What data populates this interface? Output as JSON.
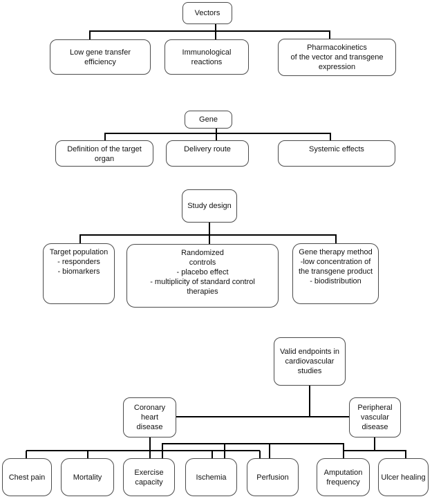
{
  "figure": {
    "type": "hierarchy-diagram",
    "description_visible_text_only": true
  },
  "colors": {
    "background": "#ffffff",
    "box_border": "#4a4a4a",
    "connector": "#000000",
    "text": "#111111"
  },
  "nodes": {
    "vectors": "Vectors",
    "low_gene": "Low gene transfer\nefficiency",
    "immunological": "Immunological\nreactions",
    "pharmacokinetics": "Pharmacokinetics\nof the vector and transgene\nexpression",
    "gene": "Gene",
    "definition": "Definition of the target\norgan",
    "delivery": "Delivery route",
    "systemic": "Systemic effects",
    "study_design": "Study design",
    "target_population": "Target population\n- responders\n- biomarkers",
    "randomized": "Randomized\ncontrols\n- placebo effect\n- multiplicity of standard control\ntherapies",
    "gene_therapy": "Gene therapy method\n-low concentration of\nthe transgene product\n- biodistribution",
    "valid_endpoints": "Valid endpoints in\ncardiovascular\nstudies",
    "coronary": "Coronary\nheart\ndisease",
    "peripheral": "Peripheral\nvascular\ndisease",
    "chest_pain": "Chest pain",
    "mortality": "Mortality",
    "exercise": "Exercise\ncapacity",
    "ischemia": "Ischemia",
    "perfusion": "Perfusion",
    "amputation": "Amputation\nfrequency",
    "ulcer": "Ulcer healing"
  },
  "hierarchy": [
    {
      "root": "Vectors",
      "children": [
        "Low gene transfer efficiency",
        "Immunological reactions",
        "Pharmacokinetics of the vector and transgene expression"
      ]
    },
    {
      "root": "Gene",
      "children": [
        "Definition of the target organ",
        "Delivery route",
        "Systemic effects"
      ]
    },
    {
      "root": "Study design",
      "children": [
        "Target population - responders - biomarkers",
        "Randomized controls - placebo effect - multiplicity of standard control therapies",
        "Gene therapy method -low concentration of the transgene product - biodistribution"
      ]
    },
    {
      "root": "Valid endpoints in cardiovascular studies",
      "children": [
        "Coronary heart disease",
        "Peripheral vascular disease"
      ],
      "coronary_heart_disease_endpoints": [
        "Chest pain",
        "Mortality",
        "Exercise capacity",
        "Ischemia",
        "Perfusion"
      ],
      "peripheral_vascular_disease_endpoints": [
        "Exercise capacity",
        "Ischemia",
        "Perfusion",
        "Amputation frequency",
        "Ulcer healing"
      ]
    }
  ]
}
